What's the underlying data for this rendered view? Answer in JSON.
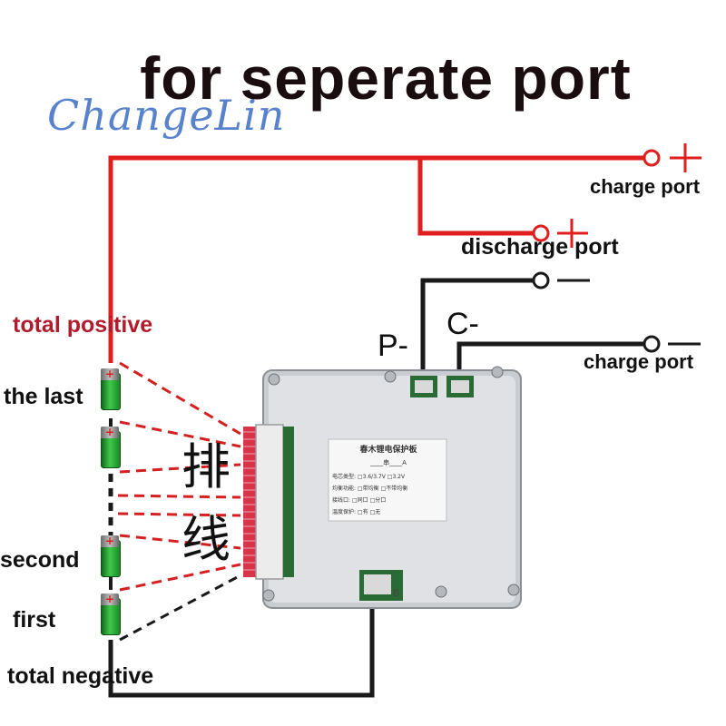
{
  "title": "for seperate port",
  "watermark": "ChangeLin",
  "labels": {
    "charge_port_top": "charge port",
    "discharge_port": "discharge port",
    "p_minus": "P-",
    "c_minus": "C-",
    "charge_port_bottom": "charge port",
    "total_positive": "total positive",
    "the_last": "the last",
    "second": "second",
    "first": "first",
    "total_negative": "total negative",
    "cable_chinese": "排线"
  },
  "board": {
    "label_title": "春木锂电保护板",
    "label_series": "____串____A",
    "rows": [
      {
        "name": "电芯类型:",
        "opt1": "3.6/3.7V",
        "opt2": "3.2V"
      },
      {
        "name": "均衡功能:",
        "opt1": "带均衡",
        "opt2": "不带均衡"
      },
      {
        "name": "接线口:",
        "opt1": "同口",
        "opt2": "分口"
      },
      {
        "name": "温度保护:",
        "opt1": "有",
        "opt2": "无"
      }
    ],
    "b_marker": "B"
  },
  "colors": {
    "positive_wire": "#e01e1e",
    "negative_wire": "#1a1a1a",
    "balance_leads": "#d42020",
    "label_red": "#b01c2c",
    "cell_green": "#3ec84a"
  }
}
